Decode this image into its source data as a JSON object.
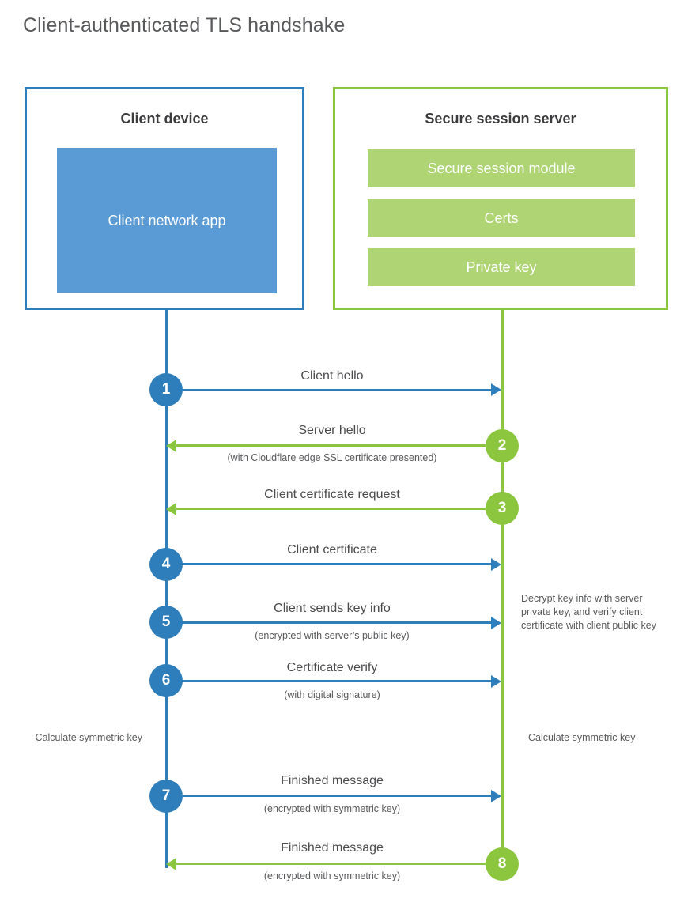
{
  "title": "Client-authenticated TLS handshake",
  "colors": {
    "client_blue": "#2e7ebb",
    "client_app_fill": "#5b9bd5",
    "server_green": "#8cc63e",
    "server_bar_fill": "#aed474",
    "text_gray": "#58595b",
    "heading_gray": "#3b3b3d"
  },
  "client": {
    "title": "Client device",
    "app_label": "Client network app"
  },
  "server": {
    "title": "Secure session server",
    "components": [
      "Secure session module",
      "Certs",
      "Private key"
    ]
  },
  "steps": [
    {
      "number": "1",
      "label": "Client hello",
      "sublabel": "",
      "direction": "right",
      "color": "blue"
    },
    {
      "number": "2",
      "label": "Server hello",
      "sublabel": "(with Cloudflare edge SSL certificate presented)",
      "direction": "left",
      "color": "green"
    },
    {
      "number": "3",
      "label": "Client certificate request",
      "sublabel": "",
      "direction": "left",
      "color": "green"
    },
    {
      "number": "4",
      "label": "Client certificate",
      "sublabel": "",
      "direction": "right",
      "color": "blue"
    },
    {
      "number": "5",
      "label": "Client sends key info",
      "sublabel": "(encrypted with server’s public key)",
      "direction": "right",
      "color": "blue"
    },
    {
      "number": "6",
      "label": "Certificate verify",
      "sublabel": "(with digital signature)",
      "direction": "right",
      "color": "blue"
    },
    {
      "number": "7",
      "label": "Finished message",
      "sublabel": "(encrypted with symmetric key)",
      "direction": "right",
      "color": "blue"
    },
    {
      "number": "8",
      "label": "Finished message",
      "sublabel": "(encrypted with symmetric key)",
      "direction": "left",
      "color": "green"
    }
  ],
  "notes": {
    "server_decrypt": "Decrypt key info with server private key, and verify client certificate with client public key",
    "client_calculate": "Calculate symmetric key",
    "server_calculate": "Calculate symmetric key"
  }
}
